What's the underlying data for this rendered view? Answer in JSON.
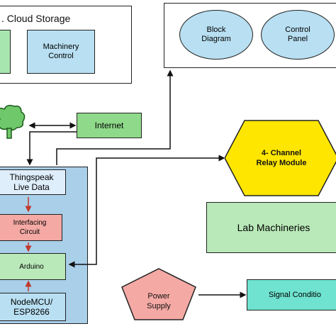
{
  "cloud_storage": {
    "title": ". Cloud Storage",
    "machinery_control": "Machinery\nControl"
  },
  "display": {
    "block_diagram": "Block\nDiagram",
    "control_panel": "Control\nPanel"
  },
  "internet": {
    "label": "Internet"
  },
  "relay": {
    "label": "4- Channel\nRelay Module"
  },
  "lab": {
    "label": "Lab Machineries"
  },
  "stack": {
    "thingspeak": "Thingspeak\nLive Data",
    "interfacing": "Interfacing\nCircuit",
    "arduino": "Arduino",
    "nodemcu": "NodeMCU/\nESP8266"
  },
  "power": {
    "label": "Power\nSupply"
  },
  "signal": {
    "label": "Signal Conditio"
  },
  "colors": {
    "green": "#a8e6b0",
    "blue": "#b8dff2",
    "yellow": "#ffe600",
    "salmon": "#f4a9a4",
    "internet_green": "#8fd98a",
    "teal": "#6fe3cf",
    "lab_green": "#b9e9b9",
    "tree": "#6fc86a",
    "stack_blue": "#a9cfe9"
  }
}
